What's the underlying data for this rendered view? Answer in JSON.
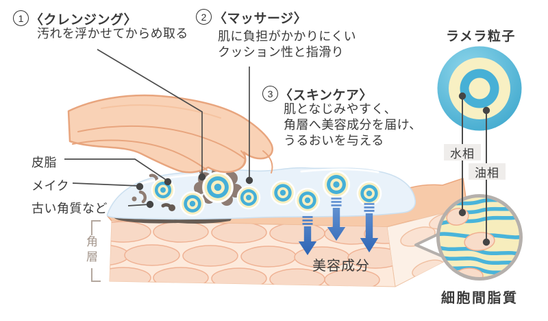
{
  "steps": [
    {
      "number": "1",
      "title": "〈クレンジング〉",
      "lines": [
        "汚れを浮かせてからめ取る"
      ]
    },
    {
      "number": "2",
      "title": "〈マッサージ〉",
      "lines": [
        "肌に負担がかかりにくい",
        "クッション性と指滑り"
      ]
    },
    {
      "number": "3",
      "title": "〈スキンケア〉",
      "lines": [
        "肌となじみやすく、",
        "角層へ美容成分を届け、",
        "うるおいを与える"
      ]
    }
  ],
  "skin_surface_labels": {
    "sebum": "皮脂",
    "makeup": "メイク",
    "old_keratin": "古い角質など"
  },
  "stratum_corneum_label": "角層",
  "lamella_particle": {
    "title": "ラメラ粒子",
    "water_phase_label": "水相",
    "oil_phase_label": "油相"
  },
  "intercellular_lipid_label": "細胞間脂質",
  "beauty_ingredient_label": "美容成分",
  "colors": {
    "particle_blue": "#45afd7",
    "particle_yellow": "#f8efc0",
    "cream_blue": "#e9f2fa",
    "arrow_blue": "#4579c3",
    "skin_face": "#fdeadc",
    "skin_cell": "#f8d9c6",
    "skin_surface": "#f7caa9",
    "hand_skin": "#f9d2b6",
    "dirt_brown": "#8e7c73",
    "label_bg": "#efedeb",
    "text_dark": "#3a3a3a",
    "leader_line": "#4b4b4b",
    "magnifier_ring_gray": "#b5b0ac"
  }
}
